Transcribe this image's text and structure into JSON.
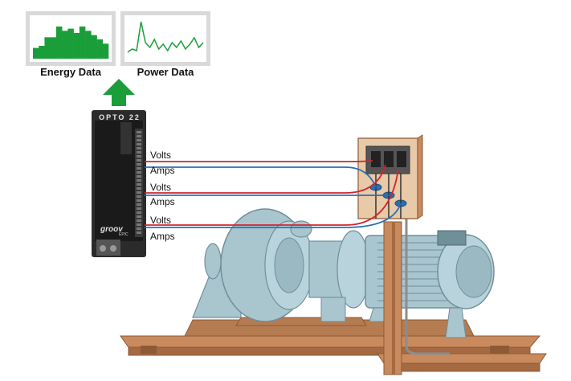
{
  "charts": {
    "energy": {
      "label": "Energy Data",
      "color": "#1a9e3a",
      "bars": [
        5,
        6,
        10,
        10,
        15,
        13,
        14,
        12,
        15,
        13,
        11,
        9,
        7
      ]
    },
    "power": {
      "label": "Power Data",
      "color": "#1a9e3a",
      "line": [
        3,
        5,
        4,
        22,
        9,
        6,
        11,
        5,
        8,
        4,
        9,
        6,
        10,
        5,
        8,
        12,
        6,
        9
      ]
    }
  },
  "arrow_color": "#1a9e3a",
  "controller": {
    "brand": "OPTO 22",
    "logo": "groov",
    "logo_sub": "EPIC"
  },
  "wires": [
    {
      "label": "Volts",
      "color": "#d1252d"
    },
    {
      "label": "Amps",
      "color": "#2a6fb5"
    },
    {
      "label": "Volts",
      "color": "#d1252d"
    },
    {
      "label": "Amps",
      "color": "#2a6fb5"
    },
    {
      "label": "Volts",
      "color": "#d1252d"
    },
    {
      "label": "Amps",
      "color": "#2a6fb5"
    }
  ],
  "colors": {
    "machine": "#a9c6cf",
    "machine_dark": "#6f8f99",
    "frame": "#c98a5d",
    "frame_dark": "#8c5a37",
    "junction_box": "#e8c9a8"
  }
}
